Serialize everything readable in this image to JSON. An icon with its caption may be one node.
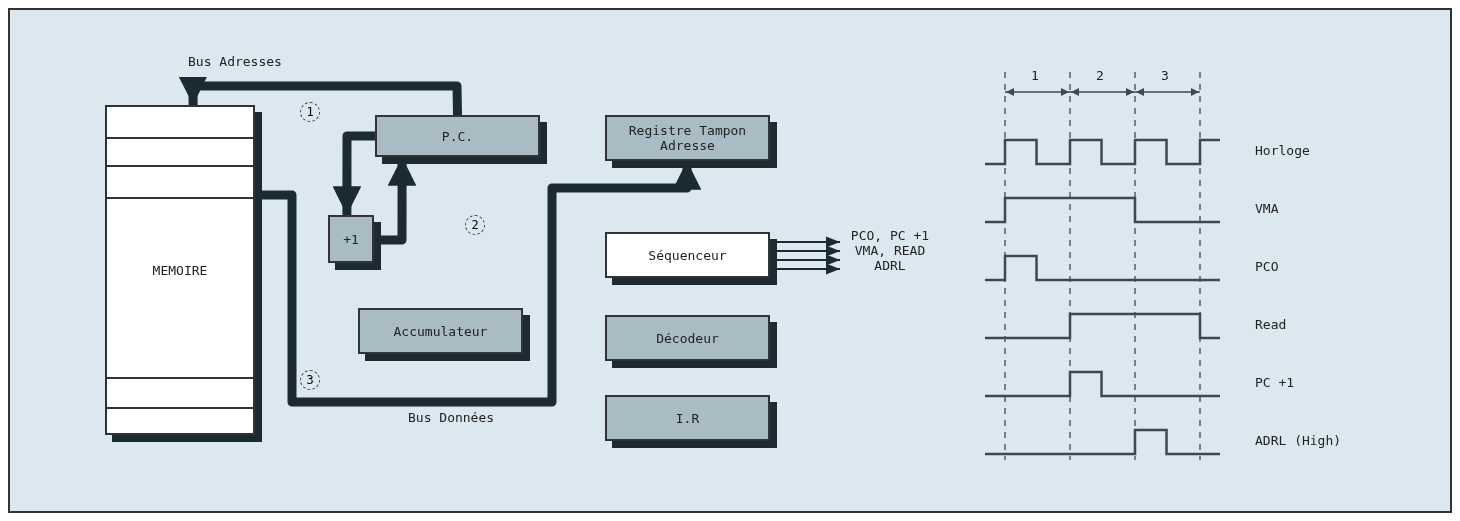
{
  "diagram": {
    "nodes": [
      {
        "text": [
          "MEMOIRE"
        ]
      },
      {
        "text": [
          "P.C."
        ]
      },
      {
        "text": [
          "+1"
        ]
      },
      {
        "text": [
          "Registre Tampon Adresse"
        ]
      },
      {
        "text": [
          "Séquenceur"
        ]
      },
      {
        "text": [
          "Accumulateur"
        ]
      },
      {
        "text": [
          "Décodeur"
        ]
      },
      {
        "text": [
          "I.R"
        ]
      },
      {
        "text": [
          "PCO, PC +1 VMA, READ ADRL"
        ]
      }
    ],
    "edges": [
      {
        "from": 1,
        "to": 0,
        "arrow": "to",
        "label": "Bus Adresses",
        "style": "thick"
      },
      {
        "from": 1,
        "to": 2,
        "arrow": "to",
        "style": "thick"
      },
      {
        "from": 2,
        "to": 1,
        "arrow": "to",
        "style": "thick"
      },
      {
        "from": 0,
        "to": 3,
        "arrow": "to",
        "label": "Bus Données",
        "style": "thick"
      },
      {
        "from": 4,
        "to": 8,
        "arrow": "to"
      },
      {
        "from": 4,
        "to": 8,
        "arrow": "to"
      },
      {
        "from": 4,
        "to": 8,
        "arrow": "to"
      },
      {
        "from": 4,
        "to": 8,
        "arrow": "to"
      }
    ],
    "labels": [
      "1",
      "2",
      "3",
      "1",
      "2",
      "3",
      "Horloge",
      "VMA",
      "PCO",
      "Read",
      "PC +1",
      "ADRL (High)"
    ]
  }
}
